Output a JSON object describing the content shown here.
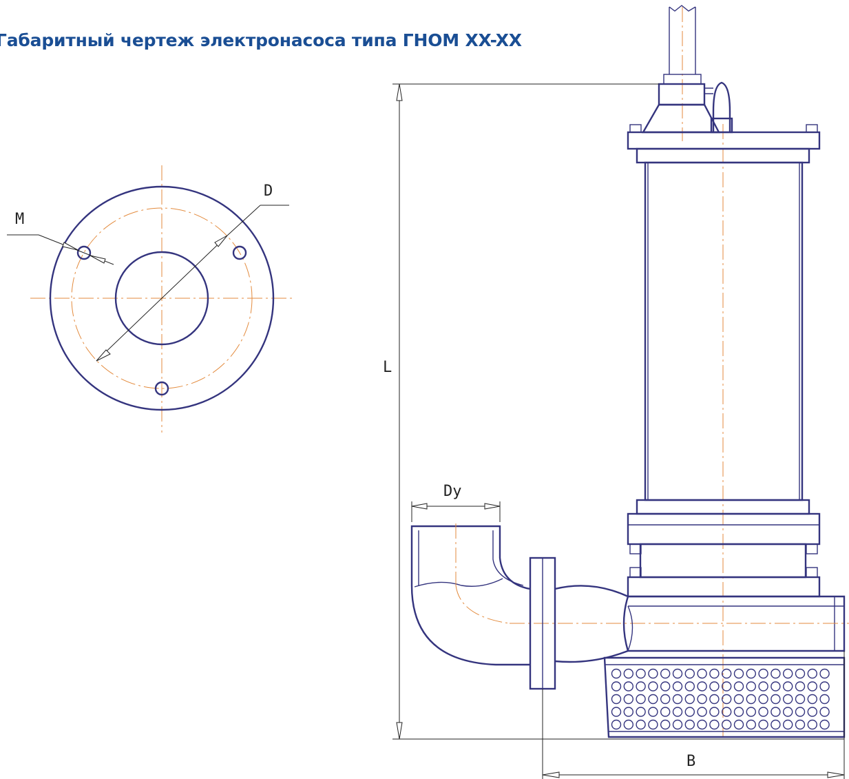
{
  "title": "Габаритный чертеж электронасоса типа ГНОМ XX-XX",
  "labels": {
    "m": "M",
    "d": "D",
    "l": "L",
    "dy": "Dy",
    "b": "B"
  },
  "colors": {
    "title": "#1a4e94",
    "outline": "#34347e",
    "axis": "#e38a3c",
    "dimension": "#222222"
  }
}
